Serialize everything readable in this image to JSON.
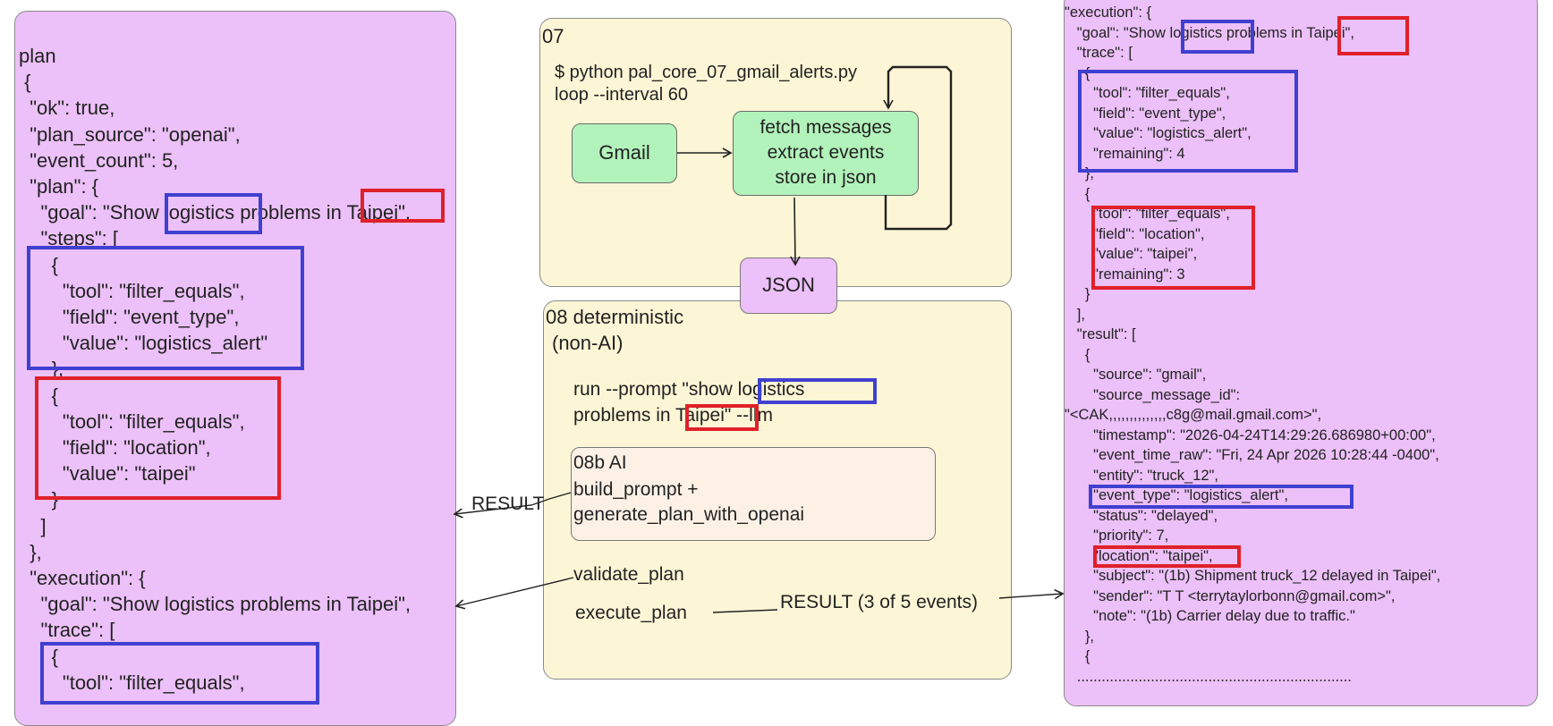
{
  "left_panel": {
    "lines": [
      "plan",
      " {",
      "  \"ok\": true,",
      "  \"plan_source\": \"openai\",",
      "  \"event_count\": 5,",
      "  \"plan\": {",
      "    \"goal\": \"Show logistics problems in Taipei\",",
      "    \"steps\": [",
      "      {",
      "        \"tool\": \"filter_equals\",",
      "        \"field\": \"event_type\",",
      "        \"value\": \"logistics_alert\"",
      "      },",
      "      {",
      "        \"tool\": \"filter_equals\",",
      "        \"field\": \"location\",",
      "        \"value\": \"taipei\"",
      "      }",
      "    ]",
      "  },",
      "  \"execution\": {",
      "    \"goal\": \"Show logistics problems in Taipei\",",
      "    \"trace\": [",
      "      {",
      "        \"tool\": \"filter_equals\","
    ]
  },
  "box07": {
    "title": "07",
    "command_line1": "$ python pal_core_07_gmail_alerts.py",
    "command_line2": "loop --interval 60",
    "gmail_label": "Gmail",
    "fetch_line1": "fetch messages",
    "fetch_line2": "extract events",
    "fetch_line3": "store in json"
  },
  "json_node": {
    "label": "JSON"
  },
  "box08": {
    "title_line1": "08 deterministic",
    "title_line2": "(non-AI)",
    "run_line1": "run --prompt \"show logistics",
    "run_line2": "problems in Taipei\" --llm",
    "ai_title": "08b AI",
    "ai_line1": "build_prompt +",
    "ai_line2": "generate_plan_with_openai",
    "validate_label": "validate_plan",
    "execute_label": "execute_plan"
  },
  "edge_labels": {
    "result_left": "RESULT",
    "result_right": "RESULT (3 of 5 events)"
  },
  "right_panel": {
    "lines": [
      "\"execution\": {",
      "   \"goal\": \"Show logistics problems in Taipei\",",
      "   \"trace\": [",
      "     {",
      "       \"tool\": \"filter_equals\",",
      "       \"field\": \"event_type\",",
      "       \"value\": \"logistics_alert\",",
      "       \"remaining\": 4",
      "     },",
      "     {",
      "       \"tool\": \"filter_equals\",",
      "       \"field\": \"location\",",
      "       \"value\": \"taipei\",",
      "       \"remaining\": 3",
      "     }",
      "   ],",
      "   \"result\": [",
      "     {",
      "       \"source\": \"gmail\",",
      "       \"source_message_id\":",
      "\"<CAK,,,,,,,,,,,,,,c8g@mail.gmail.com>\",",
      "       \"timestamp\": \"2026-04-24T14:29:26.686980+00:00\",",
      "       \"event_time_raw\": \"Fri, 24 Apr 2026 10:28:44 -0400\",",
      "       \"entity\": \"truck_12\",",
      "       \"event_type\": \"logistics_alert\",",
      "       \"status\": \"delayed\",",
      "       \"priority\": 7,",
      "       \"location\": \"taipei\",",
      "       \"subject\": \"(1b) Shipment truck_12 delayed in Taipei\",",
      "       \"sender\": \"T T <terrytaylorbonn@gmail.com>\",",
      "       \"note\": \"(1b) Carrier delay due to traffic.\"",
      "     },",
      "     {",
      "   ..................................................................."
    ]
  },
  "colors": {
    "purple": "#ecc0f8",
    "yellow": "#fcf6d6",
    "green": "#b2f2bb",
    "highlight_blue": "#4040d0",
    "highlight_red": "#e0202a"
  }
}
